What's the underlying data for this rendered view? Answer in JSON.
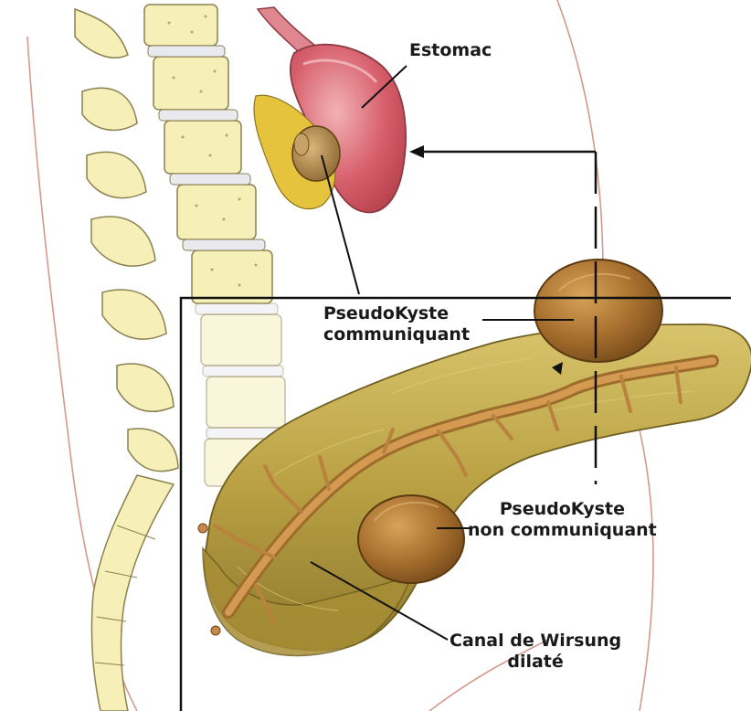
{
  "labels": {
    "estomac": "Estomac",
    "pseudokyste_communiquant": [
      "PseudoKyste",
      "communiquant"
    ],
    "pseudokyste_non_communiquant": [
      "PseudoKyste",
      "non communiquant"
    ],
    "canal_wirsung": [
      "Canal de Wirsung",
      "dilaté"
    ]
  },
  "colors": {
    "background": "#ffffff",
    "vertebra_fill": "#f6efb8",
    "vertebra_outline": "#8a8050",
    "disc": "#e8e8ee",
    "stomach": "#d75f6c",
    "stomach_light": "#f2b2b4",
    "pancreas": "#b59a3e",
    "pancreas_light": "#d2bc64",
    "duct": "#c99448",
    "cyst": "#8a5a24",
    "cyst_light": "#c7904a",
    "body_contour": "#c98a7a",
    "leader_line": "#111111"
  }
}
